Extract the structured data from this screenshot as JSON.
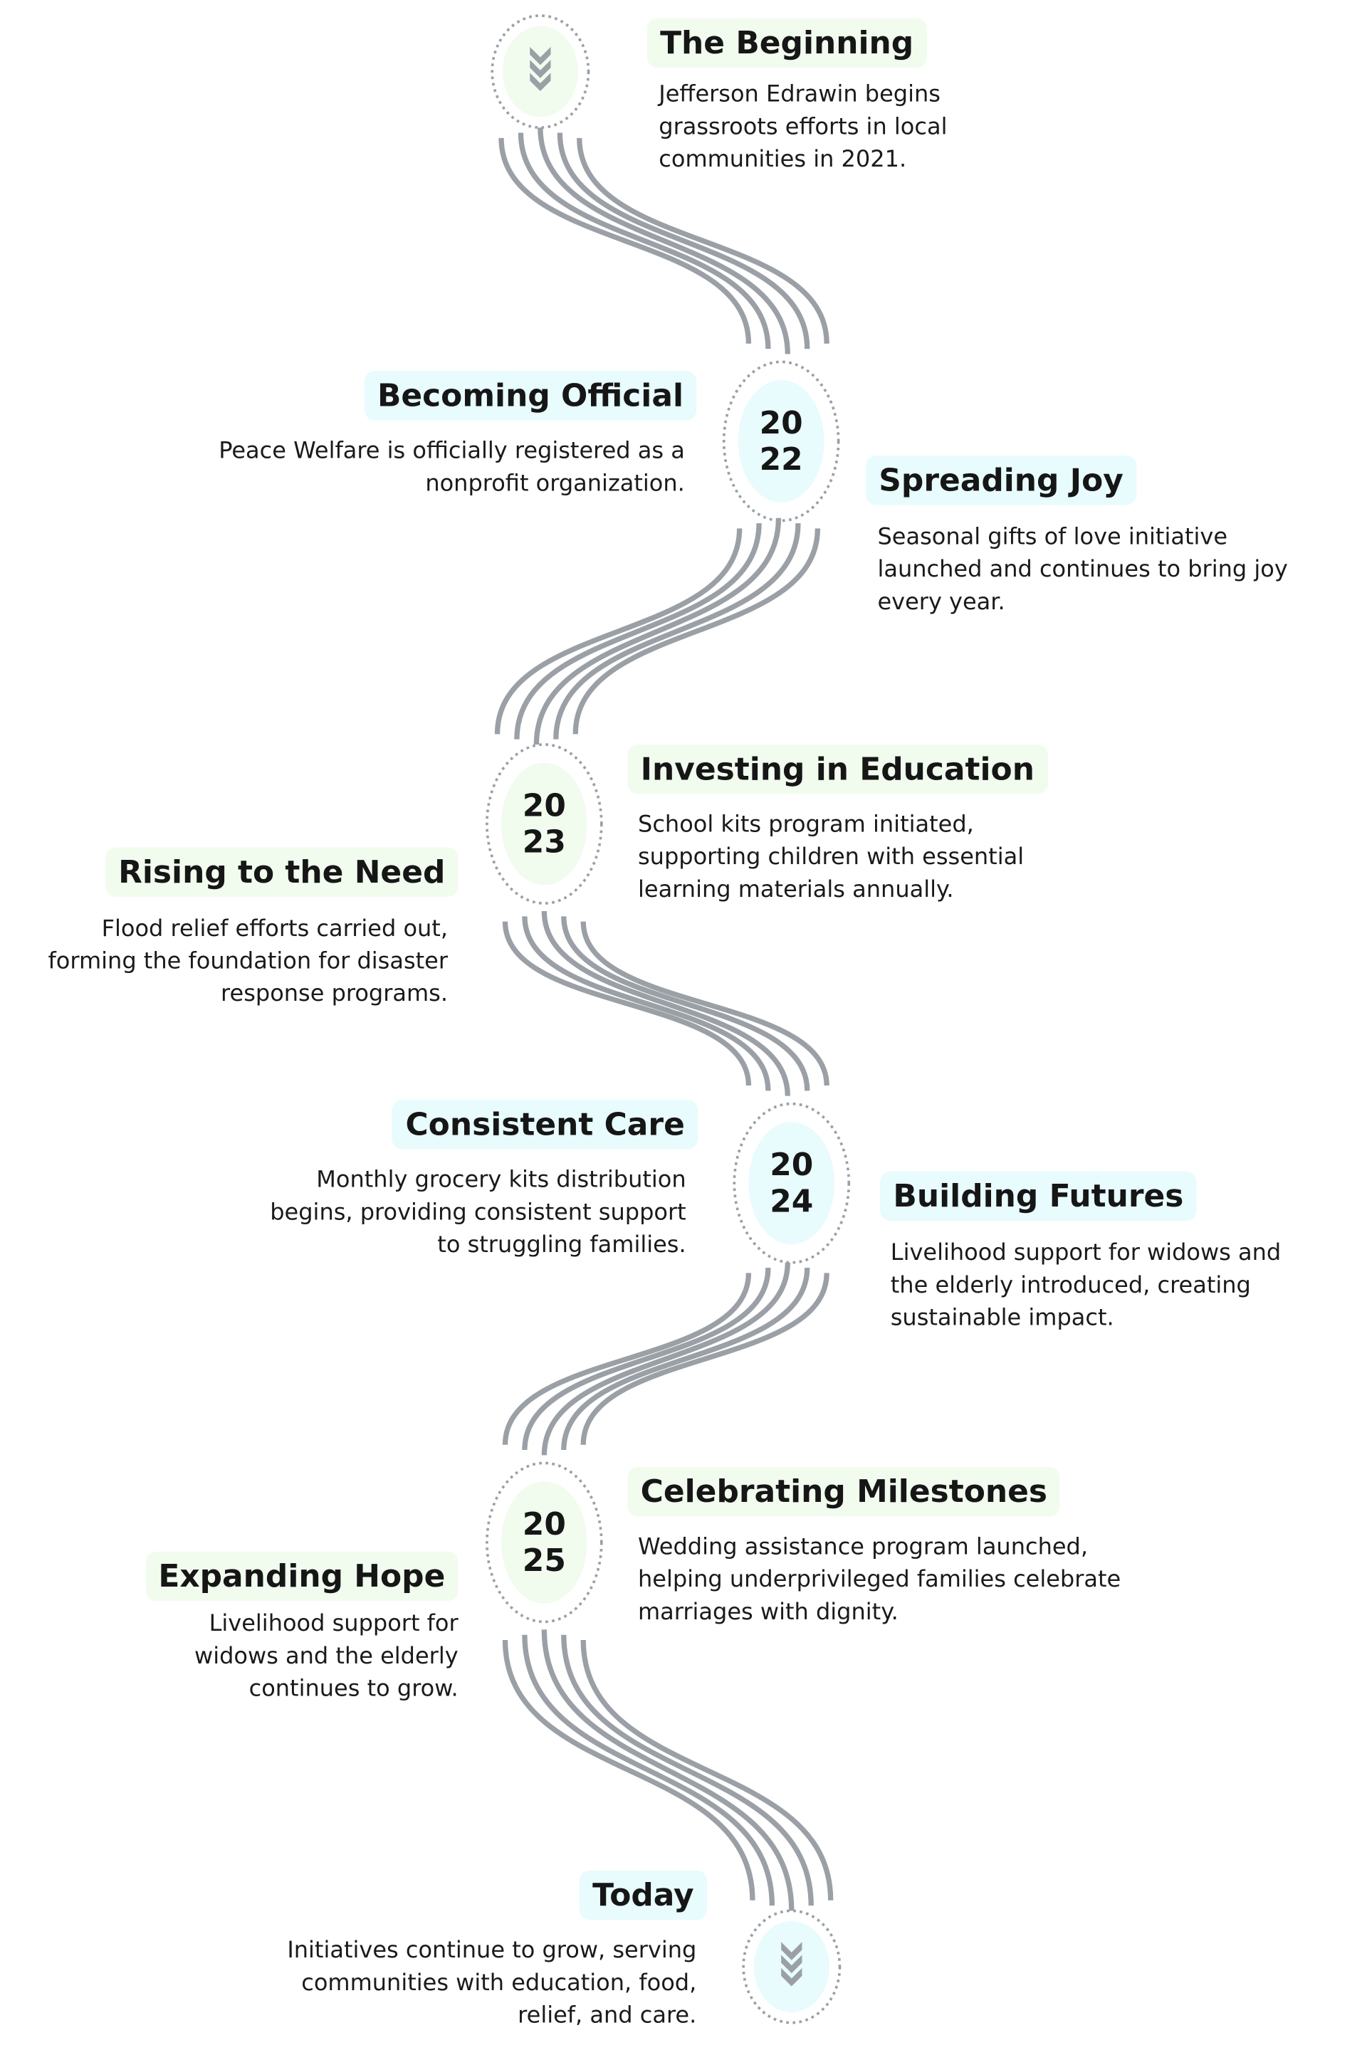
{
  "colors": {
    "green_tag": "#f1fcef",
    "blue_tag": "#e8fbfd",
    "lines": "#9aa0a6",
    "dots": "#9aa0a6",
    "text": "#161616"
  },
  "start_node": {
    "icon": "chevrons-down-icon"
  },
  "end_node": {
    "icon": "chevrons-down-icon"
  },
  "years": [
    {
      "top": "20",
      "bottom": "22"
    },
    {
      "top": "20",
      "bottom": "23"
    },
    {
      "top": "20",
      "bottom": "24"
    },
    {
      "top": "20",
      "bottom": "25"
    }
  ],
  "milestones": [
    {
      "title": "The Beginning",
      "text": "Jefferson Edrawin begins grassroots efforts in local communities in 2021."
    },
    {
      "title": "Becoming Official",
      "text": "Peace Welfare is officially registered as a nonprofit organization."
    },
    {
      "title": "Spreading Joy",
      "text": "Seasonal gifts of love initiative launched and continues to bring joy every year."
    },
    {
      "title": "Investing in Education",
      "text": "School kits program initiated, supporting children with essential learning materials annually."
    },
    {
      "title": "Rising to the Need",
      "text": "Flood relief efforts carried out, forming the foundation for disaster response programs."
    },
    {
      "title": "Consistent Care",
      "text": "Monthly grocery kits distribution begins, providing consistent support to struggling families."
    },
    {
      "title": "Building Futures",
      "text": "Livelihood support for widows and the elderly introduced, creating sustainable impact."
    },
    {
      "title": "Celebrating Milestones",
      "text": "Wedding assistance program launched, helping underprivileged families celebrate marriages with dignity."
    },
    {
      "title": "Expanding Hope",
      "text": "Livelihood support for widows and the elderly continues to grow."
    },
    {
      "title": "Today",
      "text": "Initiatives continue to grow, serving communities with education, food, relief, and care."
    }
  ]
}
